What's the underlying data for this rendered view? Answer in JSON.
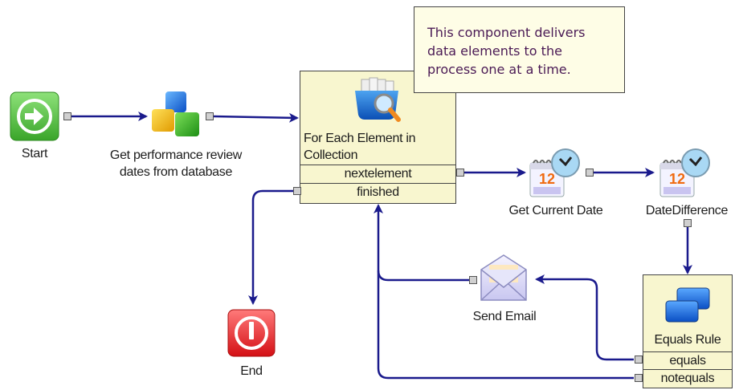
{
  "diagram": {
    "nodes": {
      "start": {
        "label": "Start",
        "icon": "start-arrow-icon",
        "color": "#5cc441"
      },
      "get_dates": {
        "label_lines": [
          "Get performance review",
          "dates from database"
        ],
        "icon": "cubes-icon"
      },
      "for_each": {
        "title_lines": [
          "For Each Element in",
          "Collection"
        ],
        "icon": "collection-search-icon",
        "outputs": [
          "nextelement",
          "finished"
        ]
      },
      "get_current_date": {
        "label": "Get Current Date",
        "icon": "calendar-clock-icon",
        "calendar_day": "12"
      },
      "date_difference": {
        "label": "DateDifference",
        "icon": "calendar-clock-icon",
        "calendar_day": "12"
      },
      "equals_rule": {
        "title": "Equals Rule",
        "icon": "rule-windows-icon",
        "outputs": [
          "equals",
          "notequals"
        ]
      },
      "send_email": {
        "label": "Send Email",
        "icon": "envelope-icon"
      },
      "end": {
        "label": "End",
        "icon": "end-power-icon",
        "color": "#e8282b"
      }
    },
    "note": {
      "lines": [
        "This component delivers",
        "data elements to the",
        "process one at a time."
      ]
    },
    "connections": [
      {
        "from": "Start",
        "to": "Get performance review dates from database"
      },
      {
        "from": "Get performance review dates from database",
        "to": "For Each Element in Collection"
      },
      {
        "from": "For Each Element in Collection.nextelement",
        "to": "Get Current Date"
      },
      {
        "from": "Get Current Date",
        "to": "DateDifference"
      },
      {
        "from": "DateDifference",
        "to": "Equals Rule"
      },
      {
        "from": "Equals Rule.equals",
        "to": "Send Email"
      },
      {
        "from": "Send Email",
        "to": "For Each Element in Collection"
      },
      {
        "from": "Equals Rule.notequals",
        "to": "For Each Element in Collection"
      },
      {
        "from": "For Each Element in Collection.finished",
        "to": "End"
      }
    ],
    "colors": {
      "wire": "#1a1a8c",
      "box_fill": "#f8f6cf",
      "note_fill": "#fefde6",
      "note_text": "#4a1a55",
      "port": "#d0d0d0"
    }
  }
}
